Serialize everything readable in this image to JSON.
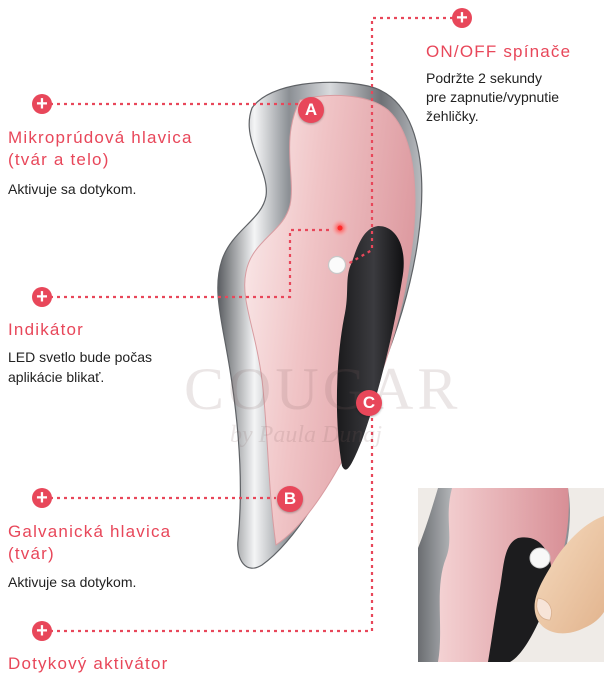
{
  "labels": {
    "onoff": {
      "title": "ON/OFF spínače",
      "desc_lines": [
        "Podržte 2 sekundy",
        "pre zapnutie/vypnutie",
        "žehličky."
      ]
    },
    "micro": {
      "title_lines": [
        "Mikroprúdová hlavica",
        "(tvár a telo)"
      ],
      "desc": "Aktivuje sa dotykom."
    },
    "indikator": {
      "title": "Indikátor",
      "desc_lines": [
        "LED svetlo bude počas",
        "aplikácie blikať."
      ]
    },
    "galvanic": {
      "title_lines": [
        "Galvanická hlavica",
        "(tvár)"
      ],
      "desc": "Aktivuje sa dotykom."
    },
    "touch": {
      "title": "Dotykový aktivátor"
    }
  },
  "markers": {
    "a": "A",
    "b": "B",
    "c": "C",
    "plus": "+"
  },
  "watermark": {
    "brand": "COUGAR",
    "tagline": "by Paula Dunaj"
  },
  "colors": {
    "accent": "#e8475a",
    "device_pink": "#eab4b7",
    "chrome": "#9a9ea3"
  }
}
